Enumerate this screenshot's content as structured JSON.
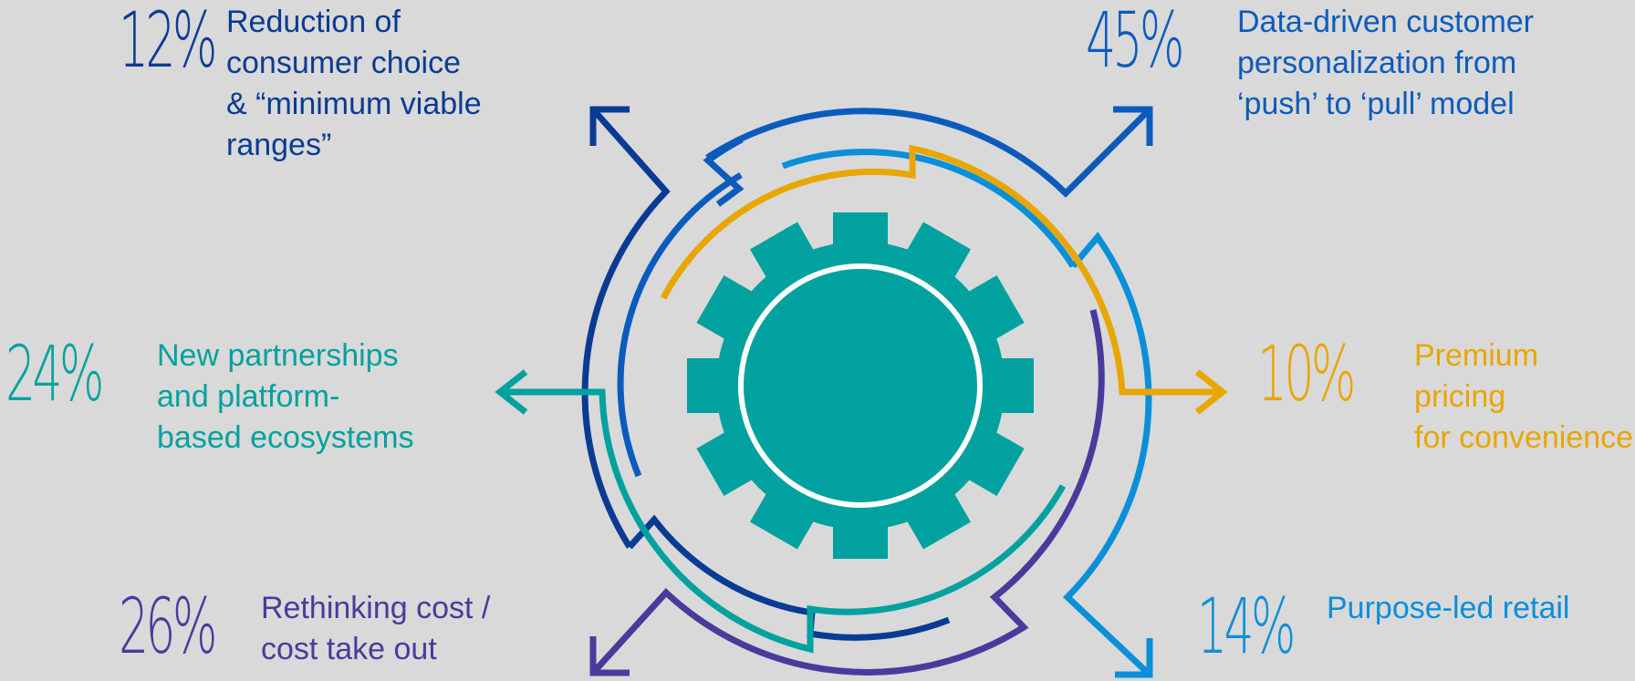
{
  "colors": {
    "background": "#d9d9d9",
    "navy": "#0a3b93",
    "blue": "#0b5bbd",
    "light_blue": "#0a8fd9",
    "gold": "#e8a600",
    "teal": "#00a19f",
    "purple": "#4a3a9c"
  },
  "center_icon": "gear-icon",
  "items": [
    {
      "key": "top_left",
      "percent": "12%",
      "label": "Reduction of\nconsumer choice\n& “minimum viable\nranges”",
      "color": "#0a3b93"
    },
    {
      "key": "top_right",
      "percent": "45%",
      "label": "Data-driven customer\npersonalization from\n‘push’ to ‘pull’ model",
      "color": "#0b5bbd"
    },
    {
      "key": "middle_left",
      "percent": "24%",
      "label": "New partnerships\nand platform-\nbased ecosystems",
      "color": "#00a19f"
    },
    {
      "key": "middle_right",
      "percent": "10%",
      "label": "Premium pricing\nfor convenience",
      "color": "#e8a600"
    },
    {
      "key": "bottom_left",
      "percent": "26%",
      "label": "Rethinking cost /\ncost take out",
      "color": "#4a3a9c"
    },
    {
      "key": "bottom_right",
      "percent": "14%",
      "label": "Purpose-led retail",
      "color": "#0a8fd9"
    }
  ]
}
